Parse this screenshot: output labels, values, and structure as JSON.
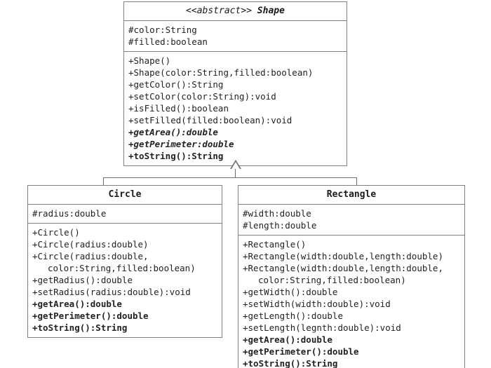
{
  "diagram": {
    "title": "Shape class hierarchy UML diagram",
    "relationship": "generalization",
    "colors": {
      "border": "#808080",
      "connector": "#6e6e6e",
      "background": "#ffffff",
      "text": "#222222"
    }
  },
  "classes": {
    "shape": {
      "stereotype": "<<abstract>>",
      "name": "Shape",
      "is_abstract": true,
      "attributes": [
        {
          "text": "#color:String",
          "style": "normal"
        },
        {
          "text": "#filled:boolean",
          "style": "normal"
        }
      ],
      "methods": [
        {
          "text": "+Shape()",
          "style": "normal"
        },
        {
          "text": "+Shape(color:String,filled:boolean)",
          "style": "normal"
        },
        {
          "text": "+getColor():String",
          "style": "normal"
        },
        {
          "text": "+setColor(color:String):void",
          "style": "normal"
        },
        {
          "text": "+isFilled():boolean",
          "style": "normal"
        },
        {
          "text": "+setFilled(filled:boolean):void",
          "style": "normal"
        },
        {
          "text": "+getArea():double",
          "style": "abstract"
        },
        {
          "text": "+getPerimeter:double",
          "style": "abstract"
        },
        {
          "text": "+toString():String",
          "style": "overridden"
        }
      ]
    },
    "circle": {
      "stereotype": "",
      "name": "Circle",
      "is_abstract": false,
      "attributes": [
        {
          "text": "#radius:double",
          "style": "normal"
        }
      ],
      "methods": [
        {
          "text": "+Circle()",
          "style": "normal"
        },
        {
          "text": "+Circle(radius:double)",
          "style": "normal"
        },
        {
          "text": "+Circle(radius:double,",
          "style": "normal"
        },
        {
          "text": "color:String,filled:boolean)",
          "style": "continuation"
        },
        {
          "text": "+getRadius():double",
          "style": "normal"
        },
        {
          "text": "+setRadius(radius:double):void",
          "style": "normal"
        },
        {
          "text": "+getArea():double",
          "style": "overridden"
        },
        {
          "text": "+getPerimeter():double",
          "style": "overridden"
        },
        {
          "text": "+toString():String",
          "style": "overridden"
        }
      ]
    },
    "rectangle": {
      "stereotype": "",
      "name": "Rectangle",
      "is_abstract": false,
      "attributes": [
        {
          "text": "#width:double",
          "style": "normal"
        },
        {
          "text": "#length:double",
          "style": "normal"
        }
      ],
      "methods": [
        {
          "text": "+Rectangle()",
          "style": "normal"
        },
        {
          "text": "+Rectangle(width:double,length:double)",
          "style": "normal"
        },
        {
          "text": "+Rectangle(width:double,length:double,",
          "style": "normal"
        },
        {
          "text": "color:String,filled:boolean)",
          "style": "continuation"
        },
        {
          "text": "+getWidth():double",
          "style": "normal"
        },
        {
          "text": "+setWidth(width:double):void",
          "style": "normal"
        },
        {
          "text": "+getLength():double",
          "style": "normal"
        },
        {
          "text": "+setLength(legnth:double):void",
          "style": "normal"
        },
        {
          "text": "+getArea():double",
          "style": "overridden"
        },
        {
          "text": "+getPerimeter():double",
          "style": "overridden"
        },
        {
          "text": "+toString():String",
          "style": "overridden"
        }
      ]
    }
  }
}
